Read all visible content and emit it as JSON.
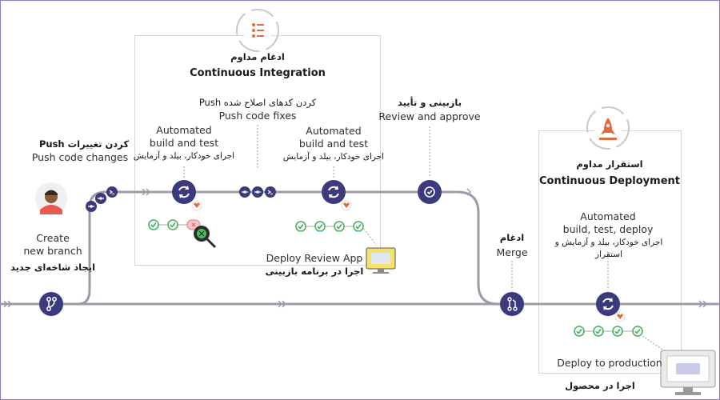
{
  "colors": {
    "accent": "#3a3a7d",
    "line": "#9c9ca8",
    "check": "#3fae5a",
    "fail": "#e0737a",
    "panel_border": "#d6d6d6"
  },
  "icons": [
    "rotate-arrows-icon",
    "branch-icon",
    "merge-icon",
    "check-icon",
    "commit-icon",
    "terminal-icon",
    "fox-icon",
    "bug-icon",
    "rocket-icon",
    "checklist-icon",
    "monitor-icon"
  ],
  "ci": {
    "title_fa": "ادغام مداوم",
    "title_en": "Continuous Integration"
  },
  "cd": {
    "title_fa": "استقرار مداوم",
    "title_en": "Continuous Deployment"
  },
  "push_changes": {
    "fa": "Push کردن تغییرات",
    "en": "Push code changes"
  },
  "push_fixes": {
    "fa": "Push کردن کدهای اصلاح شده",
    "en": "Push code fixes"
  },
  "build1": {
    "en1": "Automated",
    "en2": "build and test",
    "fa": "اجرای خودکار، بیلد و آزمایش"
  },
  "build2": {
    "en1": "Automated",
    "en2": "build and test",
    "fa": "اجرای خودکار، بیلد و آزمایش"
  },
  "review": {
    "fa": "بازبینی و تأیید",
    "en": "Review and approve"
  },
  "create_branch": {
    "en1": "Create",
    "en2": "new branch",
    "fa": "ایجاد شاخه‌ای جدید"
  },
  "review_app": {
    "en": "Deploy Review App",
    "fa": "اجرا در برنامه بازبینی"
  },
  "merge": {
    "fa": "ادغام",
    "en": "Merge"
  },
  "cd_build": {
    "en1": "Automated",
    "en2": "build, test, deploy",
    "fa": "اجرای خودکار، بیلد و آزمایش و استقرار"
  },
  "production": {
    "en": "Deploy to production",
    "fa": "اجرا در محصول"
  }
}
